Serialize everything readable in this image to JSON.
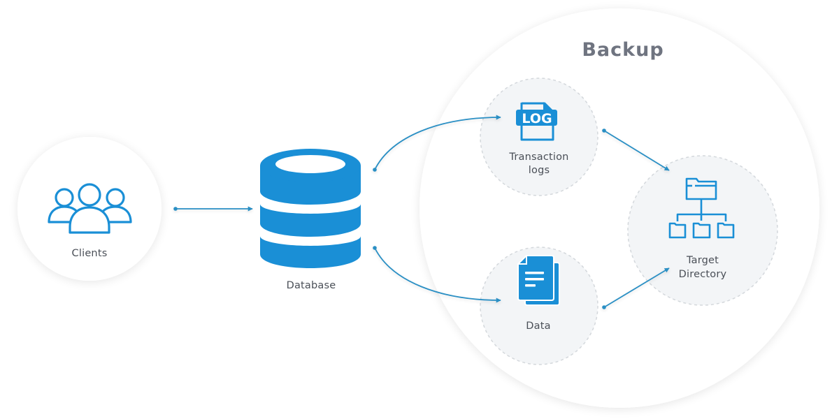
{
  "diagram": {
    "title": "Backup",
    "colors": {
      "accent": "#1a8fd6",
      "connector": "#2a8fc4",
      "label": "#4a4f57",
      "title": "#6f7480",
      "node_fill": "#f3f5f7",
      "node_border": "#d4d8dc"
    },
    "nodes": {
      "clients": {
        "label": "Clients",
        "icon": "users-icon"
      },
      "database": {
        "label": "Database",
        "icon": "database-icon"
      },
      "transaction_logs": {
        "label_line1": "Transaction",
        "label_line2": "logs",
        "icon": "log-file-icon",
        "icon_text": "LOG"
      },
      "data": {
        "label": "Data",
        "icon": "documents-icon"
      },
      "target_directory": {
        "label_line1": "Target",
        "label_line2": "Directory",
        "icon": "folder-tree-icon"
      }
    },
    "edges": [
      {
        "from": "clients",
        "to": "database"
      },
      {
        "from": "database",
        "to": "transaction_logs"
      },
      {
        "from": "database",
        "to": "data"
      },
      {
        "from": "transaction_logs",
        "to": "target_directory"
      },
      {
        "from": "data",
        "to": "target_directory"
      }
    ]
  }
}
